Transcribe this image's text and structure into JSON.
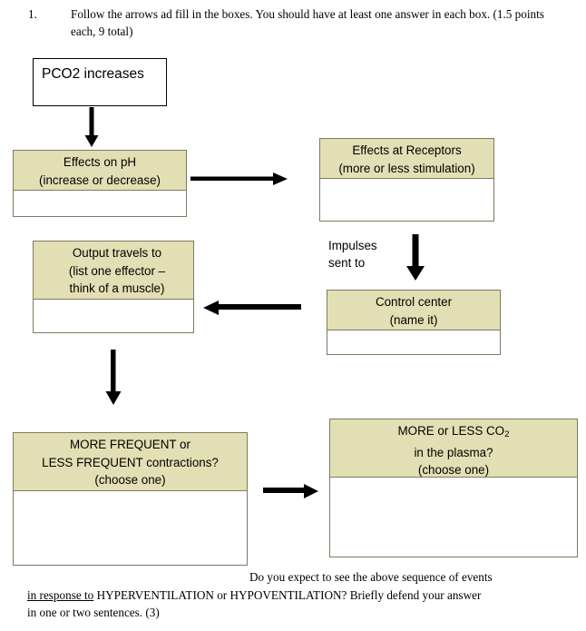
{
  "instruction": {
    "number": "1.",
    "text": "Follow the arrows ad fill in the boxes.  You should have at least one answer in each box. (1.5 points each, 9 total)"
  },
  "flow": {
    "boxes": [
      {
        "id": "pco2",
        "header_lines": [
          "PCO2  increases"
        ],
        "style": "plain",
        "answer_text": ""
      },
      {
        "id": "effects-on-ph",
        "header_lines": [
          "Effects on pH",
          "(increase or decrease)"
        ],
        "style": "tan",
        "answer_text": ""
      },
      {
        "id": "effects-at-receptors",
        "header_lines": [
          "Effects at Receptors",
          "(more or less stimulation)"
        ],
        "style": "tan",
        "answer_text": ""
      },
      {
        "id": "output-travels-to",
        "header_lines": [
          "Output travels to",
          "(list one effector –",
          "think of a muscle)"
        ],
        "style": "tan",
        "answer_text": ""
      },
      {
        "id": "control-center",
        "header_lines": [
          "Control center",
          "(name it)"
        ],
        "style": "tan",
        "answer_text": ""
      },
      {
        "id": "contractions",
        "header_lines": [
          "MORE FREQUENT or",
          "LESS FREQUENT contractions?",
          "(choose one)"
        ],
        "style": "tan",
        "answer_text": ""
      },
      {
        "id": "co2-plasma",
        "header_line_1a": "MORE or LESS CO",
        "header_line_1b": "2",
        "header_lines": [
          "MORE or LESS CO2",
          "in the plasma?",
          "(choose one)"
        ],
        "line2": "in the plasma?",
        "line3": "(choose one)",
        "style": "tan",
        "answer_text": ""
      }
    ],
    "labels": {
      "impulses": "Impulses\nsent to"
    },
    "arrow_names": [
      "arrow-down-pco2-to-ph",
      "arrow-right-ph-to-receptors",
      "arrow-down-receptors-to-control",
      "arrow-left-control-to-output",
      "arrow-down-output-to-contractions",
      "arrow-right-contractions-to-co2"
    ]
  },
  "footer": {
    "line1": "Do you expect to see the above sequence of events",
    "line2_underlined": "in response to",
    "line2_rest": " HYPERVENTILATION or HYPOVENTILATION?  Briefly defend your answer",
    "line3": "in one or two sentences.  (3)"
  },
  "colors": {
    "tan_fill": "#e3dfb4",
    "box_border": "#7d7a5e",
    "plain_border": "#000000",
    "ink": "#000000",
    "page_bg": "#ffffff"
  }
}
